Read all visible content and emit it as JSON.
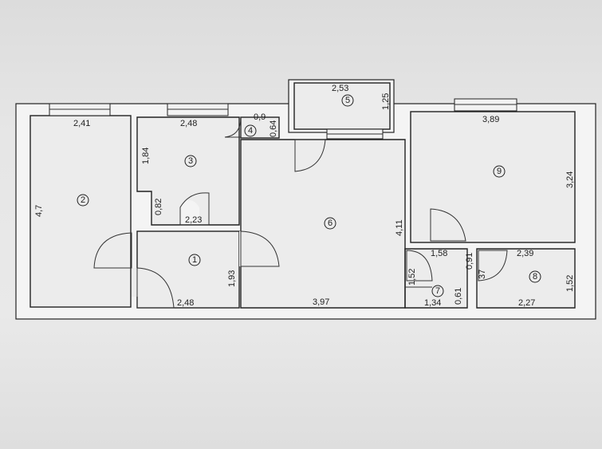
{
  "rooms": [
    {
      "id": "1",
      "dims": [
        "1,93",
        "2,48"
      ]
    },
    {
      "id": "2",
      "dims": [
        "2,41",
        "4,7"
      ]
    },
    {
      "id": "3",
      "dims": [
        "2,48",
        "1,84",
        "0,82",
        "2,23"
      ]
    },
    {
      "id": "4",
      "dims": [
        "0,9",
        "0,64"
      ]
    },
    {
      "id": "5",
      "dims": [
        "2,53",
        "1,25"
      ]
    },
    {
      "id": "6",
      "dims": [
        "4,11",
        "3,97"
      ]
    },
    {
      "id": "7",
      "dims": [
        "1,58",
        "1,52",
        "1,34",
        "0,61"
      ]
    },
    {
      "id": "8",
      "dims": [
        "2,39",
        "0,91",
        "37",
        "1,52",
        "2,27"
      ]
    },
    {
      "id": "9",
      "dims": [
        "3,89",
        "3,24"
      ]
    }
  ]
}
